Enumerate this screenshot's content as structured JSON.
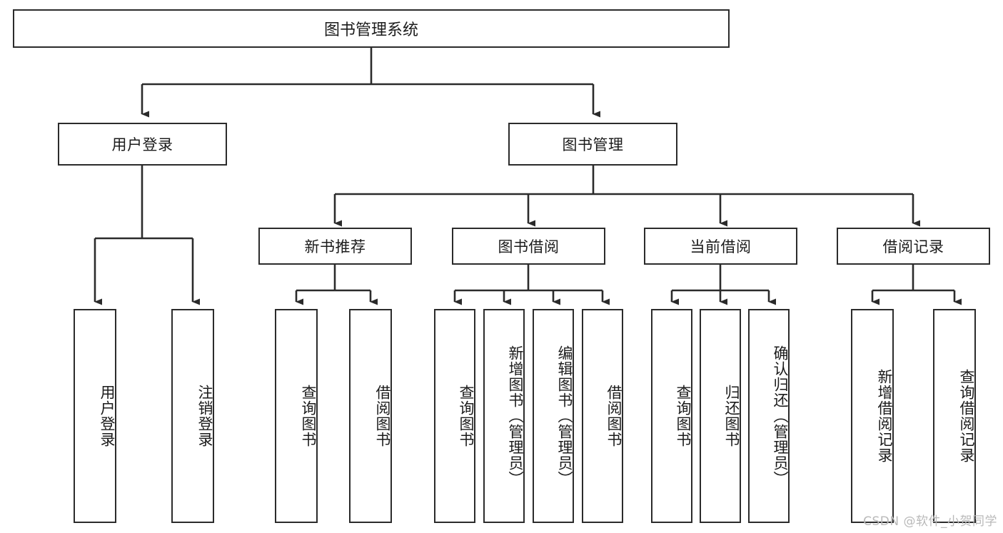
{
  "diagram": {
    "type": "functional-decomposition-tree",
    "title": "图书管理系统",
    "root": {
      "label": "图书管理系统"
    },
    "level2": [
      {
        "label": "用户登录"
      },
      {
        "label": "图书管理"
      }
    ],
    "level3": [
      {
        "label": "新书推荐"
      },
      {
        "label": "图书借阅"
      },
      {
        "label": "当前借阅"
      },
      {
        "label": "借阅记录"
      }
    ],
    "leaves": {
      "user_login": [
        {
          "label": "用户登录"
        },
        {
          "label": "注销登录"
        }
      ],
      "new_book_recommend": [
        {
          "label": "查询图书"
        },
        {
          "label": "借阅图书"
        }
      ],
      "book_borrow": [
        {
          "label": "查询图书"
        },
        {
          "label": "新增图书（管理员）"
        },
        {
          "label": "编辑图书（管理员）"
        },
        {
          "label": "借阅图书"
        }
      ],
      "current_borrow": [
        {
          "label": "查询图书"
        },
        {
          "label": "归还图书"
        },
        {
          "label": "确认归还（管理员）"
        }
      ],
      "borrow_record": [
        {
          "label": "新增借阅记录"
        },
        {
          "label": "查询借阅记录"
        }
      ]
    }
  },
  "watermark": {
    "text": "CSDN @软件_小贺同学"
  },
  "colors": {
    "border": "#2b2b2b",
    "background": "#ffffff",
    "text": "#1b1b1b",
    "watermark": "#b9b9b9"
  }
}
